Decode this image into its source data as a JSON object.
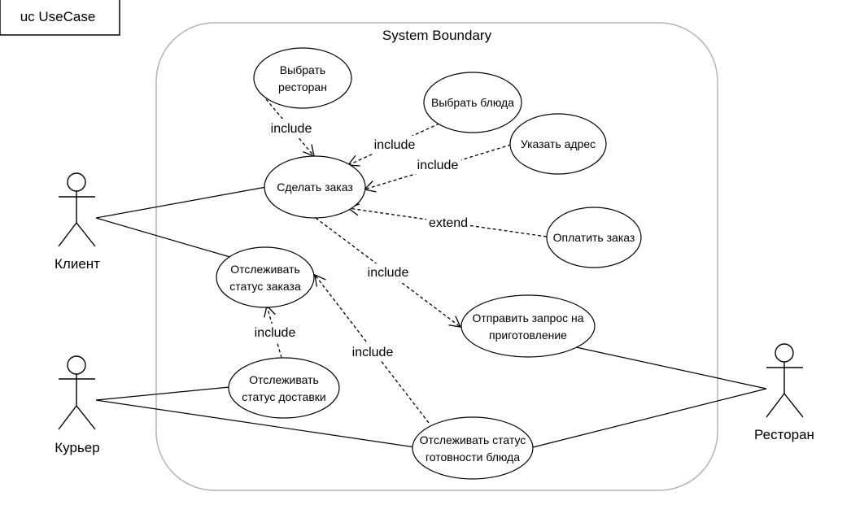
{
  "frame": {
    "label": "uc UseCase"
  },
  "boundary": {
    "label": "System Boundary"
  },
  "actors": {
    "client": "Клиент",
    "courier": "Курьер",
    "restaurant": "Ресторан"
  },
  "use_cases": {
    "choose_restaurant": [
      "Выбрать",
      "ресторан"
    ],
    "choose_dishes": [
      "Выбрать блюда"
    ],
    "specify_address": [
      "Указать адрес"
    ],
    "make_order": [
      "Сделать заказ"
    ],
    "pay_order": [
      "Оплатить заказ"
    ],
    "track_order": [
      "Отслеживать",
      "статус заказа"
    ],
    "send_request": [
      "Отправить запрос на",
      "приготовление"
    ],
    "track_delivery": [
      "Отслеживать",
      "статус доставки"
    ],
    "track_dish": [
      "Отслеживать статус",
      "готовности блюда"
    ]
  },
  "relations": {
    "include": "include",
    "extend": "extend"
  },
  "colors": {
    "line": "#000000",
    "boundary_border": "#b3b3b3",
    "background": "#ffffff"
  }
}
